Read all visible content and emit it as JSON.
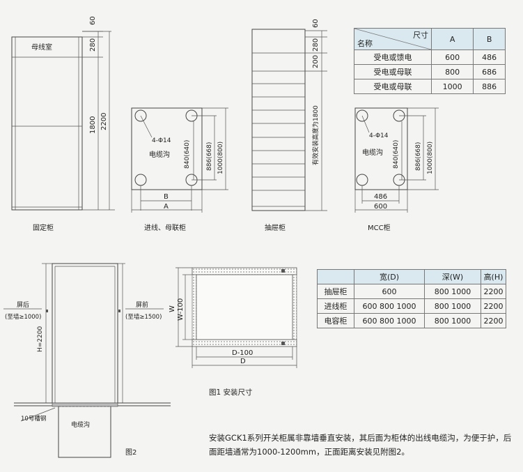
{
  "fixed_cabinet": {
    "room_label": "母线室",
    "dims": [
      "60",
      "280",
      "1800",
      "2200"
    ],
    "caption": "固定柜"
  },
  "incoming_plan": {
    "hole_label": "4-Φ14",
    "trench_label": "电缆沟",
    "dims": [
      "840(640)",
      "886(668)",
      "1000(800)",
      "B",
      "A"
    ],
    "caption": "进线、母联柜"
  },
  "drawer_cabinet": {
    "dims": [
      "60",
      "280",
      "200",
      "有效安装高度为1800"
    ],
    "caption": "抽屉柜"
  },
  "mcc_plan": {
    "hole_label": "4-Φ14",
    "trench_label": "电缆沟",
    "dims": [
      "840(640)",
      "886(668)",
      "1000(800)",
      "486",
      "600"
    ],
    "caption": "MCC柜"
  },
  "table_top": {
    "header_size": "尺寸",
    "header_name": "名称",
    "header_a": "A",
    "header_b": "B",
    "rows": [
      {
        "name": "受电或馈电",
        "a": "600",
        "b": "486"
      },
      {
        "name": "受电或母联",
        "a": "800",
        "b": "686"
      },
      {
        "name": "受电或母联",
        "a": "1000",
        "b": "886"
      }
    ]
  },
  "table_bottom": {
    "headers": [
      "宽(D)",
      "深(W)",
      "高(H)"
    ],
    "rows": [
      {
        "name": "抽屉柜",
        "d": "600",
        "w": "800  1000",
        "h": "2200"
      },
      {
        "name": "进线柜",
        "d": "600  800  1000",
        "w": "800  1000",
        "h": "2200"
      },
      {
        "name": "电容柜",
        "d": "600  800  1000",
        "w": "800  1000",
        "h": "2200"
      }
    ]
  },
  "figure2": {
    "rear_label": "屏后",
    "rear_dist": "(至墙≥1000)",
    "front_label": "屏前",
    "front_dist": "(至墙≥1500)",
    "height_label": "H=2200",
    "channel_label": "10号槽钢",
    "trench_label": "电缆沟",
    "caption": "图2"
  },
  "plan_view": {
    "dims": [
      "W",
      "W-100",
      "D-100",
      "D"
    ]
  },
  "figure1_caption": "图1  安装尺寸",
  "note": "安装GCK1系列开关柜属非靠墙垂直安装，其后面为柜体的出线电缆沟，为便于护，后面距墙通常为1000-1200mm，正面距离安装见附图2。"
}
